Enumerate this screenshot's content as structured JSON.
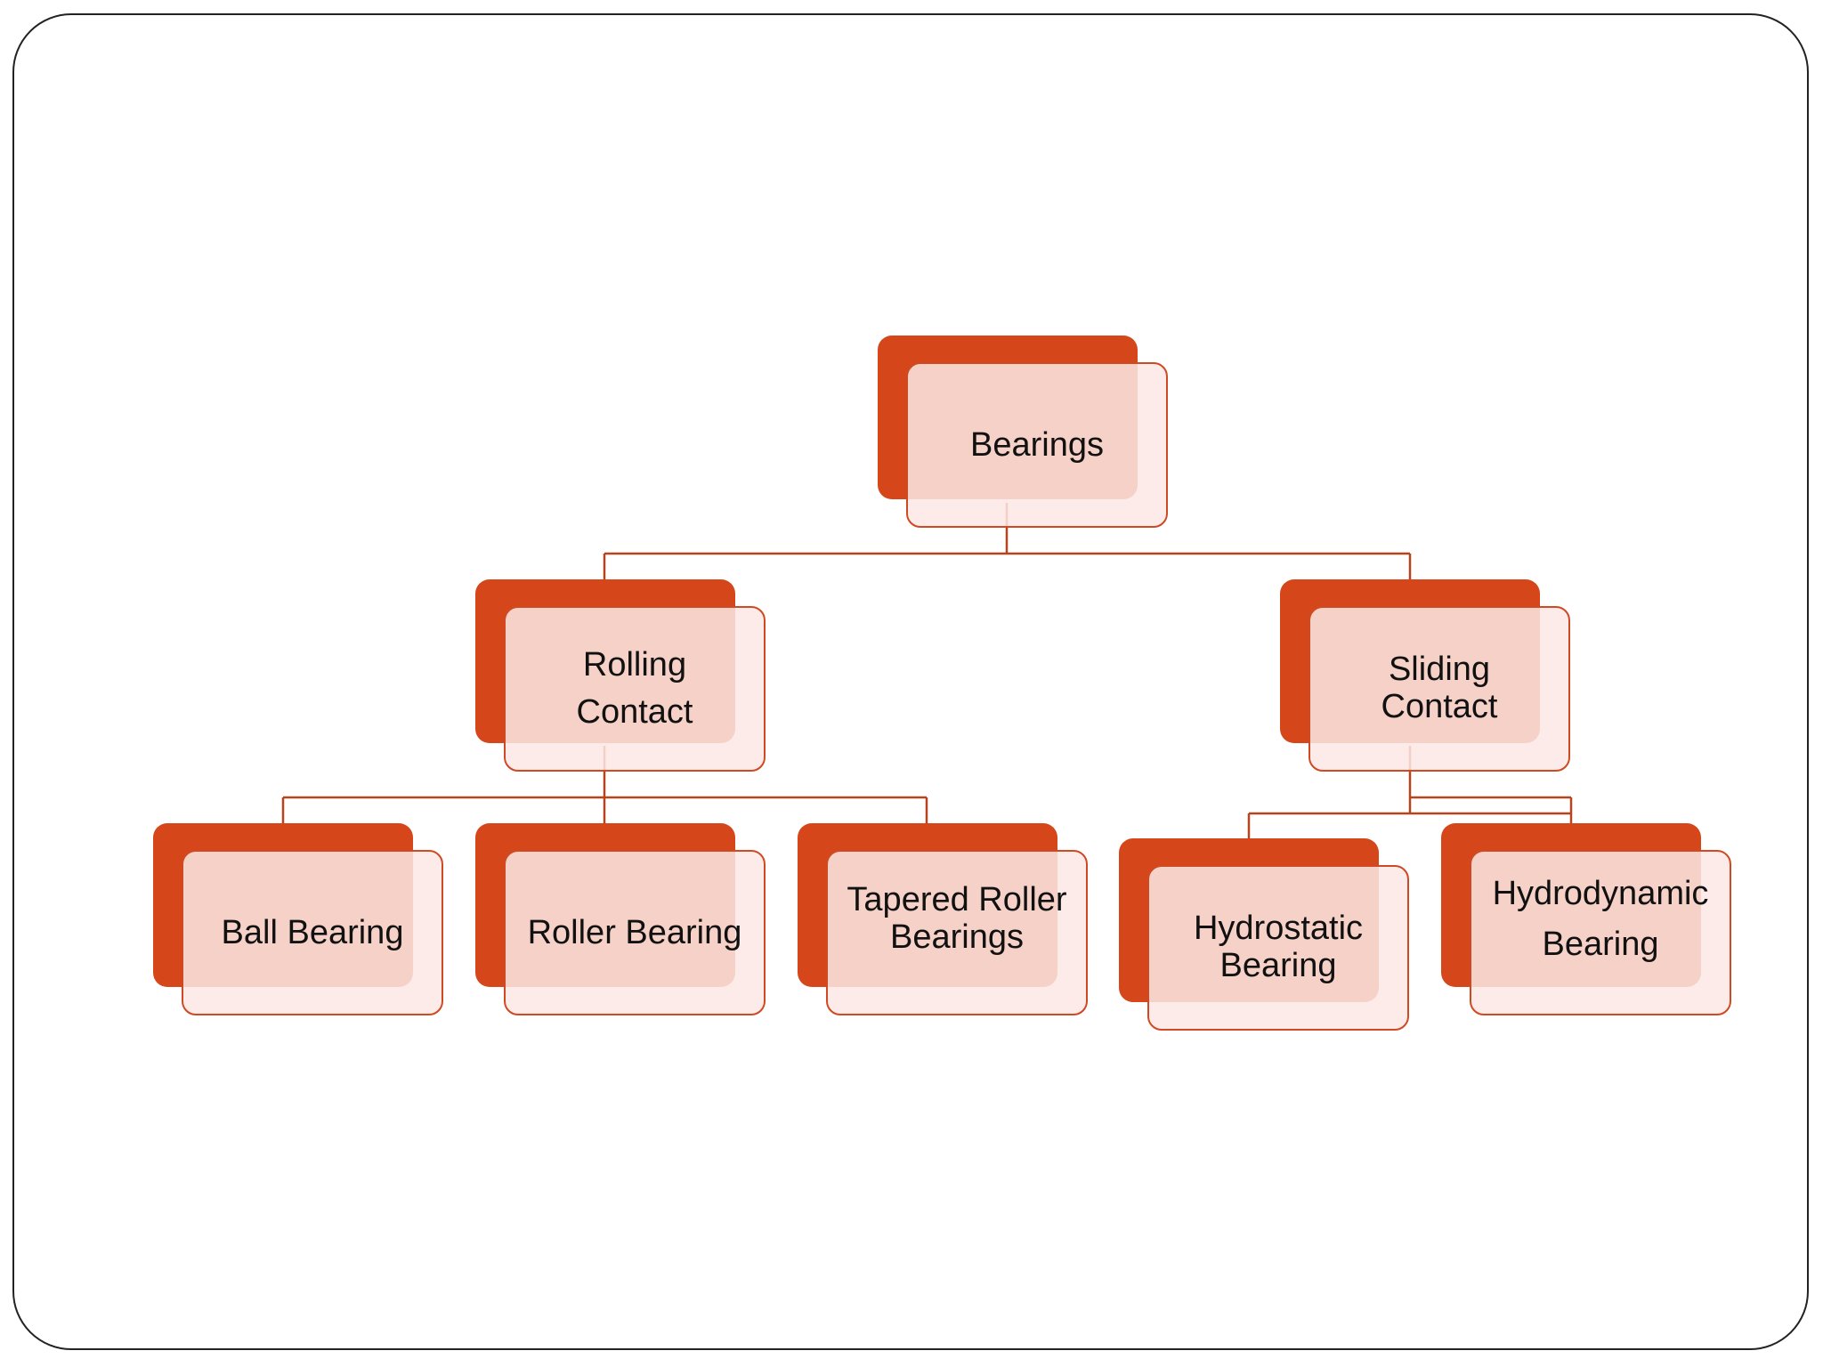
{
  "diagram": {
    "root": {
      "label": "Bearings"
    },
    "level1": [
      {
        "label": "Rolling\nContact"
      },
      {
        "label": "Sliding\nContact"
      }
    ],
    "rolling_children": [
      {
        "label": "Ball Bearing"
      },
      {
        "label": "Roller Bearing"
      },
      {
        "label": "Tapered Roller\nBearings"
      }
    ],
    "sliding_children": [
      {
        "label": "Hydrostatic\nBearing"
      },
      {
        "label": "Hydrodynamic\nBearing"
      }
    ],
    "colors": {
      "accent": "#D5471B",
      "box_fill": "#FCE8E4",
      "box_border": "#CF4A22",
      "connector": "#B5441F",
      "frame_border": "#222222"
    }
  }
}
